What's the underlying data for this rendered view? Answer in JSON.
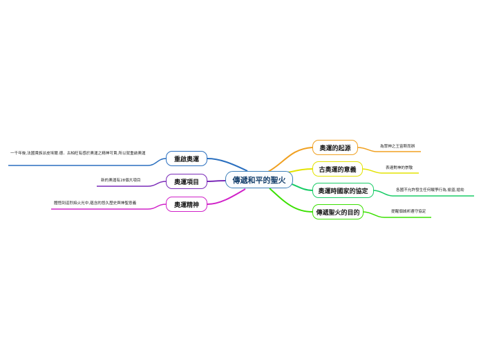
{
  "central": {
    "label": "傳遞和平的聖火"
  },
  "branches": [
    {
      "label": "奧運的起源",
      "note": "為眾神之王宙斯而辦",
      "color": "#f0a020"
    },
    {
      "label": "古奧運的意義",
      "note": "表達對神的崇敬",
      "color": "#e3e300"
    },
    {
      "label": "奧運時國家的協定",
      "note": "各國不允許發生任何戰爭行為,偷盜,搶劫",
      "color": "#18cc66"
    },
    {
      "label": "傳遞聖火的目的",
      "note": "提醒個城邦遵守協定",
      "color": "#3ae000"
    },
    {
      "label": "重啟奧運",
      "note": "一千年後,法國貴族派皮埃爾.德．古柏旺有感於奧運之精神可貴,所以就重啟奧運",
      "color": "#2a6fbf"
    },
    {
      "label": "奧運項目",
      "note": "新的奧運有28個大項目",
      "color": "#7a2ab8"
    },
    {
      "label": "奧運精神",
      "note": "體悟到這烈焰火光中,蘊含的悠久歷史與神聖意義",
      "color": "#d020c8"
    }
  ]
}
